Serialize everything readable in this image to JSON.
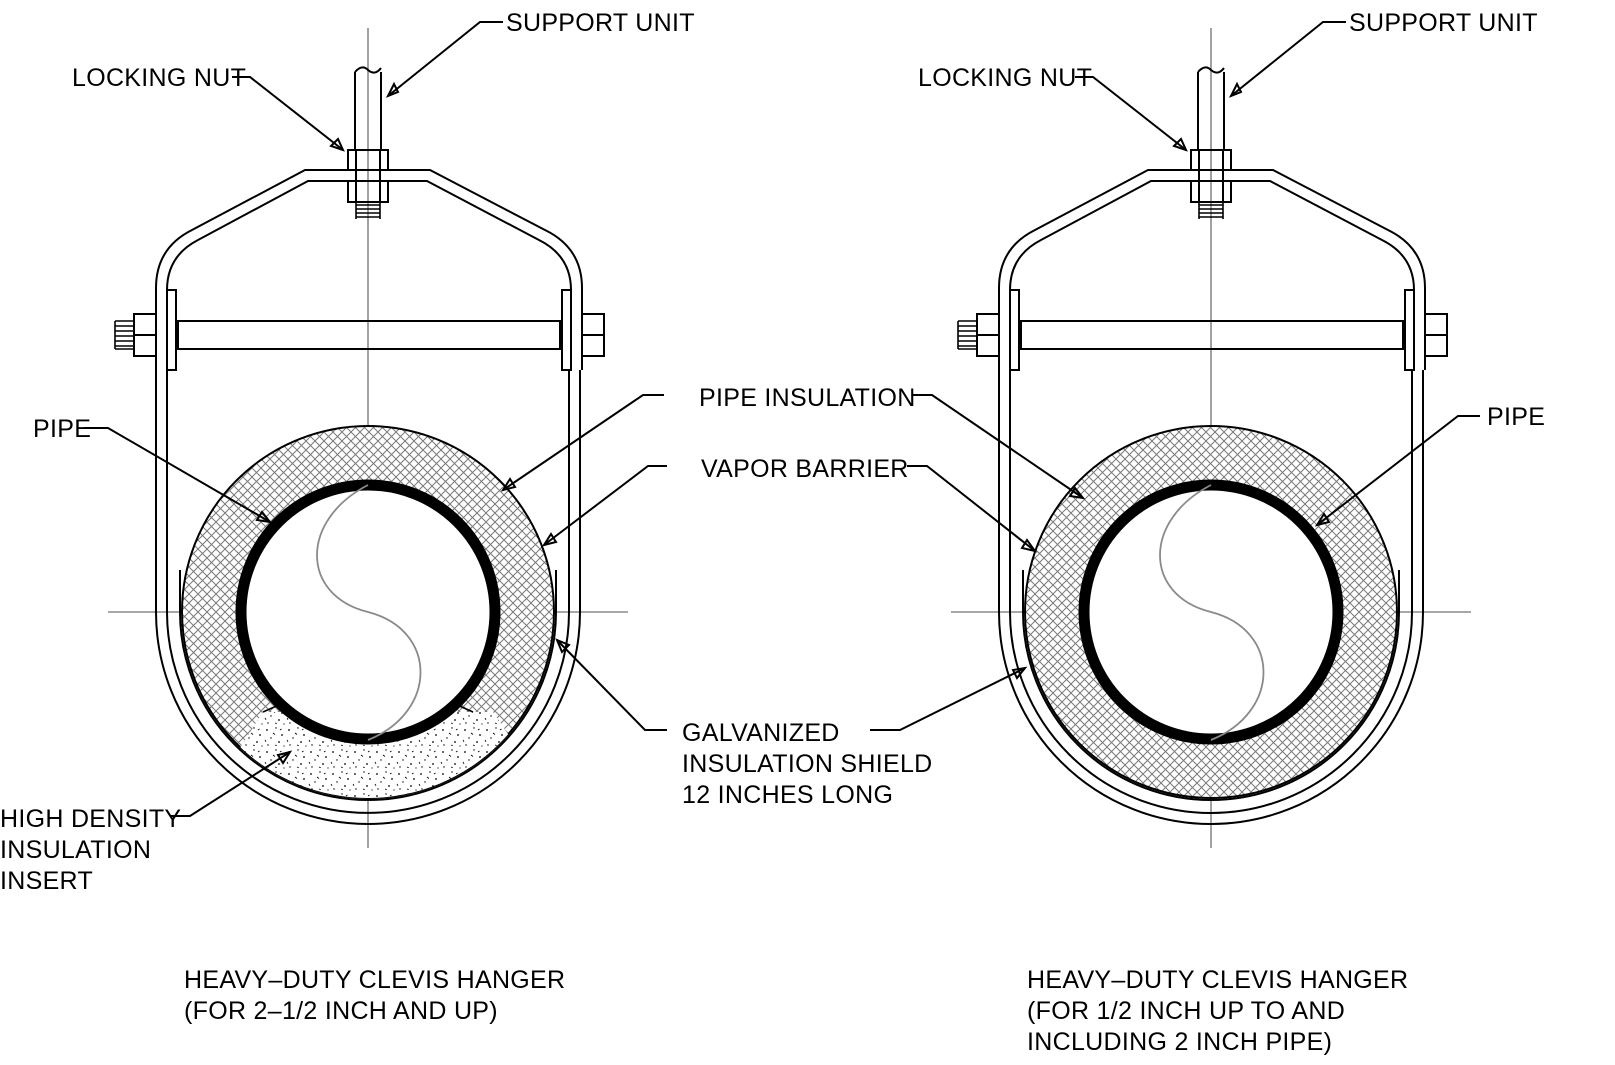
{
  "labels": {
    "support_unit": "SUPPORT UNIT",
    "locking_nut": "LOCKING NUT",
    "pipe": "PIPE",
    "pipe_insulation": "PIPE INSULATION",
    "vapor_barrier": "VAPOR BARRIER",
    "galvanized_line1": "GALVANIZED",
    "galvanized_line2": "INSULATION SHIELD",
    "galvanized_line3": "12 INCHES LONG",
    "insert_line1": "HIGH DENSITY",
    "insert_line2": "INSULATION",
    "insert_line3": "INSERT"
  },
  "captions": {
    "left_line1": "HEAVY–DUTY CLEVIS HANGER",
    "left_line2": "(FOR 2–1/2 INCH AND UP)",
    "right_line1": "HEAVY–DUTY CLEVIS HANGER",
    "right_line2": "(FOR 1/2 INCH UP TO AND",
    "right_line3": "INCLUDING 2 INCH PIPE)"
  }
}
